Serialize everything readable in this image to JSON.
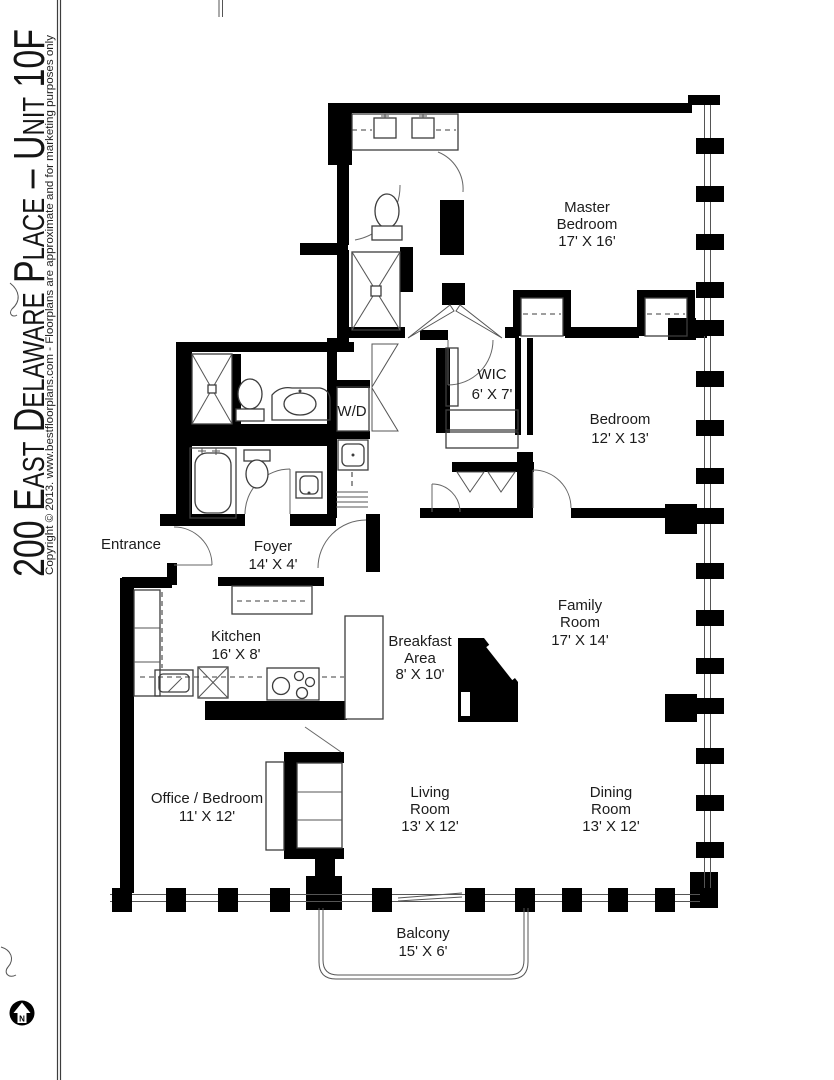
{
  "title_strip": {
    "title": "200 East Delaware Place – Unit 10F",
    "copyright": "Copyright © 2013. www.bestfloorplans.com - Floorplans are approximate and for marketing purposes only"
  },
  "compass": {
    "label": "N"
  },
  "rooms": {
    "master_bedroom": {
      "line1": "Master",
      "line2": "Bedroom",
      "dims": "17' X 16'"
    },
    "wic": {
      "line1": "WIC",
      "dims": "6' X 7'"
    },
    "bedroom": {
      "line1": "Bedroom",
      "dims": "12' X 13'"
    },
    "laundry": {
      "line1": "W/D"
    },
    "entrance": {
      "line1": "Entrance"
    },
    "foyer": {
      "line1": "Foyer",
      "dims": "14' X 4'"
    },
    "kitchen": {
      "line1": "Kitchen",
      "dims": "16' X 8'"
    },
    "breakfast_area": {
      "line1": "Breakfast",
      "line2": "Area",
      "dims": "8' X 10'"
    },
    "family_room": {
      "line1": "Family",
      "line2": "Room",
      "dims": "17' X 14'"
    },
    "office_bedroom": {
      "line1": "Office / Bedroom",
      "dims": "11' X 12'"
    },
    "living_room": {
      "line1": "Living",
      "line2": "Room",
      "dims": "13' X 12'"
    },
    "dining_room": {
      "line1": "Dining",
      "line2": "Room",
      "dims": "13' X 12'"
    },
    "balcony": {
      "line1": "Balcony",
      "dims": "15' X 6'"
    }
  },
  "colors": {
    "wall": "#000000",
    "background": "#ffffff",
    "line": "#3d3d3d",
    "text": "#1c1c1c"
  }
}
